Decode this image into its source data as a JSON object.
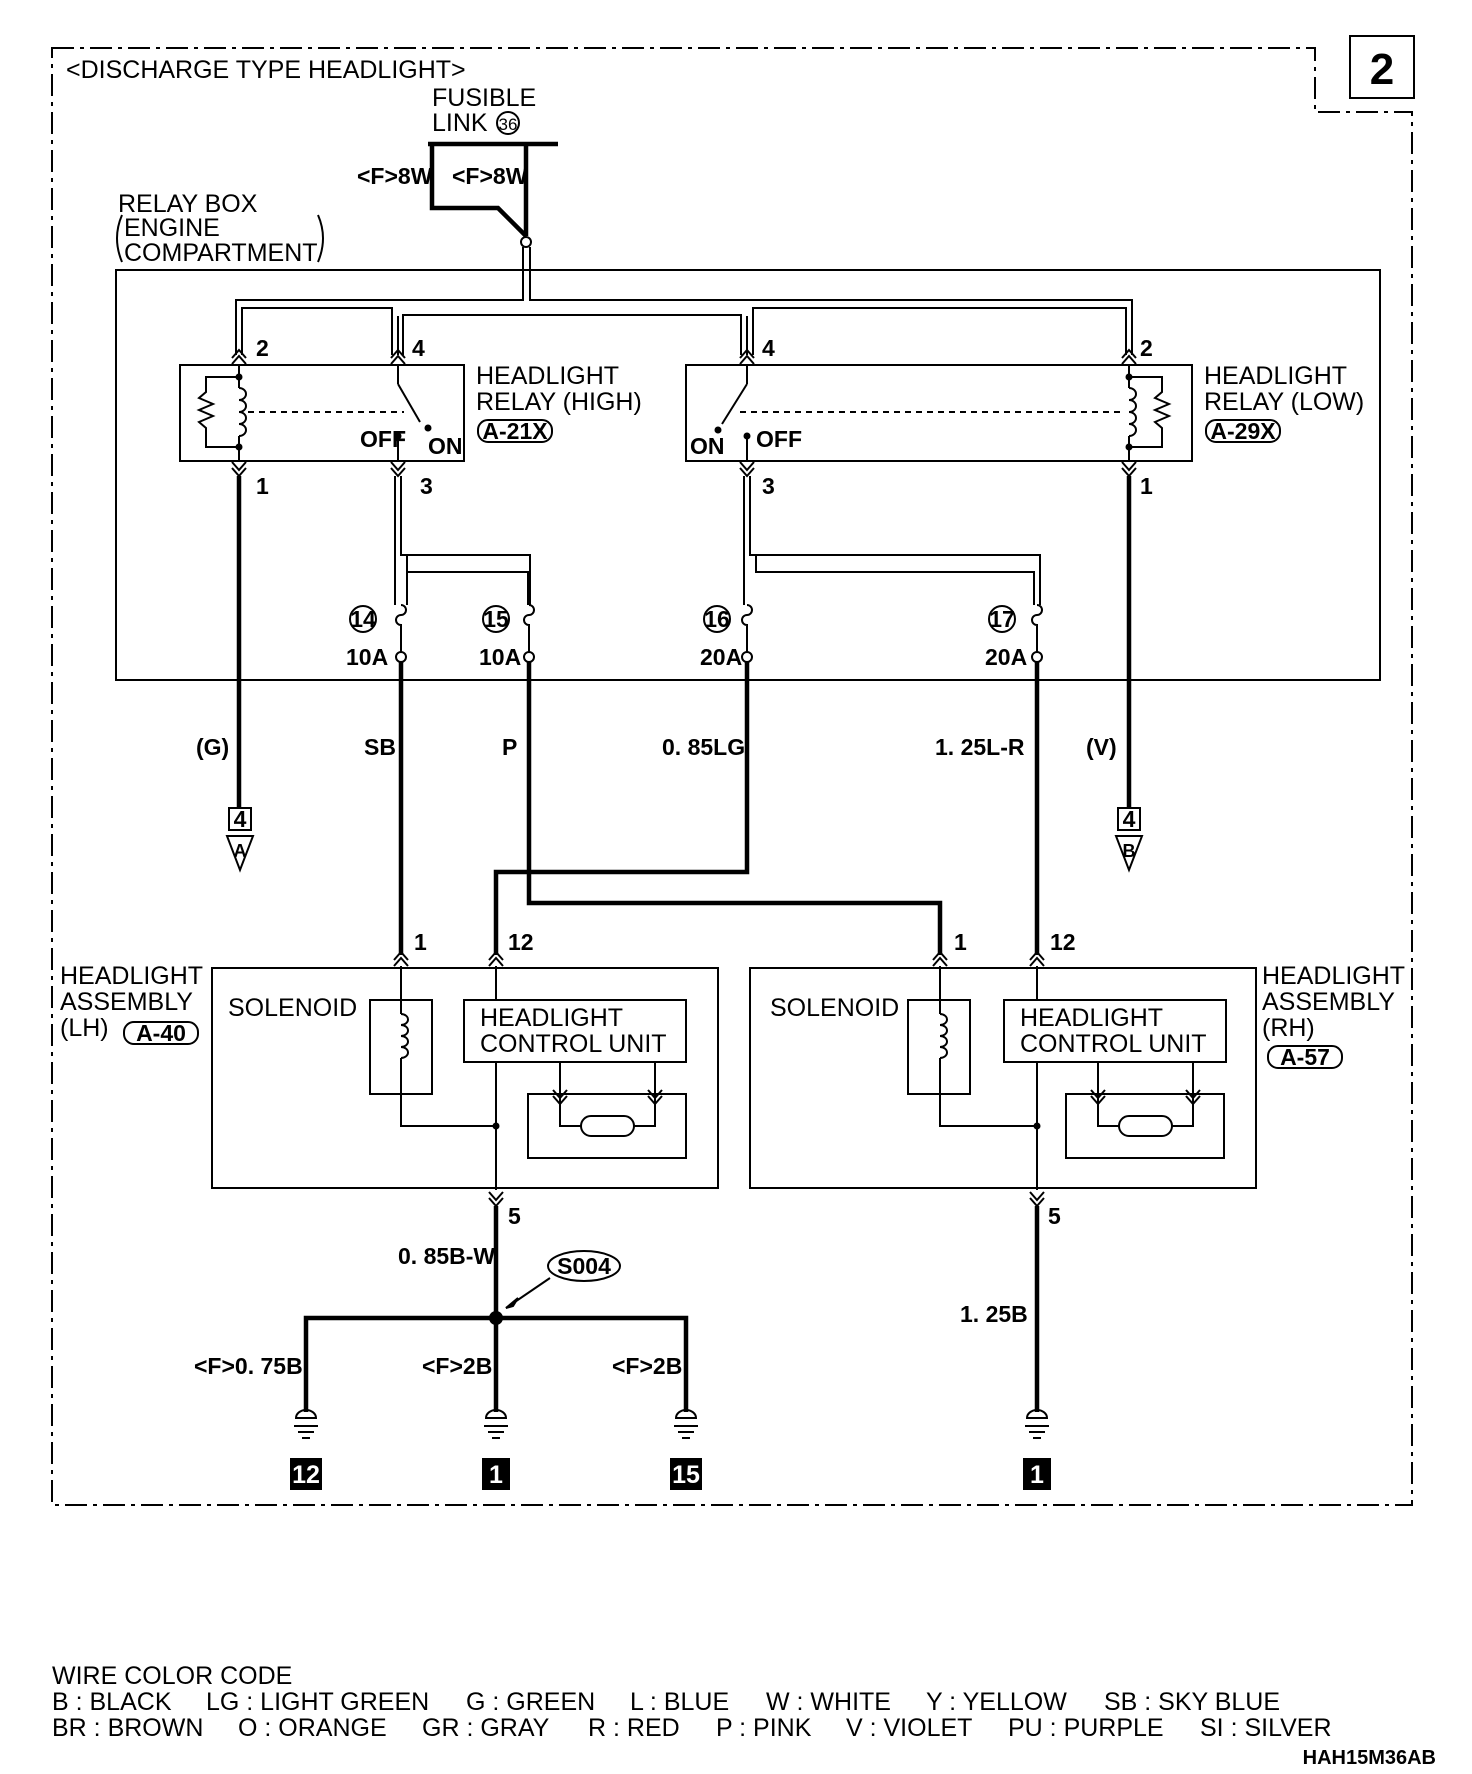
{
  "page_number": "2",
  "title": "<DISCHARGE TYPE HEADLIGHT>",
  "fusible_link": {
    "line1": "FUSIBLE",
    "line2": "LINK",
    "number": "36"
  },
  "wires_top": {
    "left": "<F>8W",
    "right": "<F>8W"
  },
  "relay_box": {
    "line1": "RELAY BOX",
    "line2": "ENGINE",
    "line3": "COMPARTMENT"
  },
  "relay_high": {
    "line1": "HEADLIGHT",
    "line2": "RELAY (HIGH)",
    "connector": "A-21X",
    "pins": {
      "p2": "2",
      "p4": "4",
      "p1": "1",
      "p3": "3"
    },
    "off": "OFF",
    "on": "ON"
  },
  "relay_low": {
    "line1": "HEADLIGHT",
    "line2": "RELAY (LOW)",
    "connector": "A-29X",
    "pins": {
      "p2": "2",
      "p4": "4",
      "p1": "1",
      "p3": "3"
    },
    "off": "OFF",
    "on": "ON"
  },
  "fuses": [
    {
      "number": "14",
      "rating": "10A"
    },
    {
      "number": "15",
      "rating": "10A"
    },
    {
      "number": "16",
      "rating": "20A"
    },
    {
      "number": "17",
      "rating": "20A"
    }
  ],
  "wire_colors": {
    "g": "(G)",
    "sb": "SB",
    "p": "P",
    "lg": "0. 85LG",
    "lr": "1. 25L-R",
    "v": "(V)"
  },
  "connectors_out": [
    {
      "num": "4",
      "letter": "A"
    },
    {
      "num": "4",
      "letter": "B"
    }
  ],
  "assembly_lh": {
    "line1": "HEADLIGHT",
    "line2": "ASSEMBLY",
    "line3": "(LH)",
    "connector": "A-40",
    "pin_a": "1",
    "pin_b": "12",
    "pin_c": "5",
    "solenoid": "SOLENOID",
    "hcu1": "HEADLIGHT",
    "hcu2": "CONTROL UNIT"
  },
  "assembly_rh": {
    "line1": "HEADLIGHT",
    "line2": "ASSEMBLY",
    "line3": "(RH)",
    "connector": "A-57",
    "pin_a": "1",
    "pin_b": "12",
    "pin_c": "5",
    "solenoid": "SOLENOID",
    "hcu1": "HEADLIGHT",
    "hcu2": "CONTROL UNIT"
  },
  "ground_wires": {
    "lh_main": "0. 85B-W",
    "splice": "S004",
    "g1": "<F>0. 75B",
    "g2": "<F>2B",
    "g3": "<F>2B",
    "rh": "1. 25B"
  },
  "grounds": [
    "12",
    "1",
    "15",
    "1"
  ],
  "legend": {
    "title": "WIRE COLOR CODE",
    "row1": [
      "B : BLACK",
      "LG : LIGHT GREEN",
      "G : GREEN",
      "L : BLUE",
      "W : WHITE",
      "Y : YELLOW",
      "SB : SKY BLUE"
    ],
    "row2": [
      "BR : BROWN",
      "O : ORANGE",
      "GR : GRAY",
      "R : RED",
      "P : PINK",
      "V : VIOLET",
      "PU : PURPLE",
      "SI : SILVER"
    ]
  },
  "figure_code": "HAH15M36AB"
}
